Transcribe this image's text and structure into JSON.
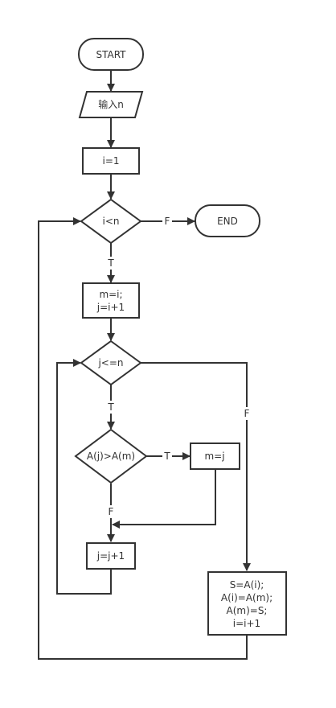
{
  "nodes": {
    "start": {
      "label": "START"
    },
    "input": {
      "label": "输入n"
    },
    "init_i": {
      "label": "i=1"
    },
    "cond_outer": {
      "label": "i<n"
    },
    "end": {
      "label": "END"
    },
    "init_mj": {
      "lines": [
        "m=i;",
        "j=i+1"
      ]
    },
    "cond_inner": {
      "label": "j<=n"
    },
    "cond_compare": {
      "label": "A(j)>A(m)"
    },
    "assign_m": {
      "label": "m=j"
    },
    "inc_j": {
      "label": "j=j+1"
    },
    "swap": {
      "lines": [
        "S=A(i);",
        "A(i)=A(m);",
        "A(m)=S;",
        "i=i+1"
      ]
    }
  },
  "edges": {
    "outer_false": "F",
    "outer_true": "T",
    "inner_true": "T",
    "inner_false": "F",
    "compare_true": "T",
    "compare_false": "F"
  },
  "colors": {
    "stroke": "#333333",
    "background": "#ffffff"
  }
}
